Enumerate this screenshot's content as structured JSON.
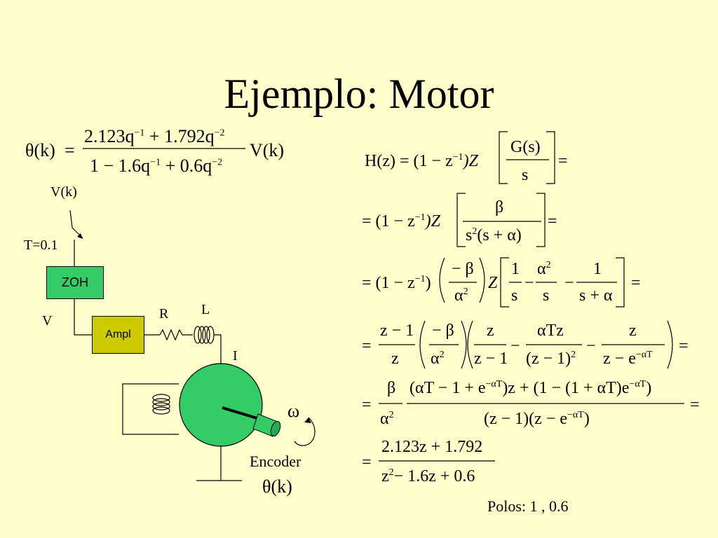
{
  "title": "Ejemplo: Motor",
  "theta_eq": {
    "lhs": "θ(k)",
    "eq": "=",
    "num": "2.123q",
    "num_exp1": "−1",
    "num_plus": "+ 1.792q",
    "num_exp2": "−2",
    "den": "1 − 1.6q",
    "den_exp1": "−1",
    "den_plus": "+ 0.6q",
    "den_exp2": "−2",
    "rhs": "V(k)"
  },
  "diagram": {
    "vk_label": "V(k)",
    "t_label": "T=0.1",
    "zoh": "ZOH",
    "v_label": "V",
    "ampl": "Ampl",
    "r_label": "R",
    "l_label": "L",
    "i_label": "I",
    "omega_label": "ω",
    "encoder_label": "Encoder",
    "theta_out": "θ(k)"
  },
  "rhs_eqs": {
    "h_lhs": "H(z) = (1 − z",
    "h_exp": "−1",
    "h_z": ")Z",
    "h_num": "G(s)",
    "h_den": "s",
    "eq": "=",
    "row2_lhs": "= (1 − z",
    "row2_exp": "−1",
    "row2_z": ")Z",
    "row2_num": "β",
    "row2_den": "s",
    "row2_den_exp": "2",
    "row2_den_rest": "(s + α)",
    "row3_lhs": "= (1 − z",
    "row3_exp": "−1",
    "row3_paren": ")",
    "row3_frac_num": "− β",
    "row3_frac_den": "α",
    "row3_frac_den_exp": "2",
    "row3_z": "Z",
    "row3_t1_num": "1",
    "row3_t1_den": "s",
    "row3_minus1": "−",
    "row3_t2_num": "α",
    "row3_t2_num_exp": "2",
    "row3_t2_den": "s",
    "row3_minus2": "−",
    "row3_t3_num": "1",
    "row3_t3_den": "s + α",
    "row4_eq": "=",
    "row4_f1_num": "z − 1",
    "row4_f1_den": "z",
    "row4_f2_num": "− β",
    "row4_f2_den": "α",
    "row4_f2_den_exp": "2",
    "row4_t1_num": "z",
    "row4_t1_den": "z − 1",
    "row4_minus1": "−",
    "row4_t2_num": "αTz",
    "row4_t2_den": "(z − 1)",
    "row4_t2_den_exp": "2",
    "row4_minus2": "−",
    "row4_t3_num": "z",
    "row4_t3_den": "z − e",
    "row4_t3_den_exp": "−αT",
    "row5_eq": "=",
    "row5_f_num": "β",
    "row5_f_den": "α",
    "row5_f_den_exp": "2",
    "row5_num_a": "(αT − 1 + e",
    "row5_num_exp1": "−αT",
    "row5_num_b": ")z + (1 − (1 + αT)e",
    "row5_num_exp2": "−αT",
    "row5_num_c": ")",
    "row5_den_a": "(z − 1)(z − e",
    "row5_den_exp": "−αT",
    "row5_den_b": ")",
    "row6_eq": "=",
    "row6_num": "2.123z + 1.792",
    "row6_den_a": "z",
    "row6_den_exp": "2",
    "row6_den_b": "− 1.6z + 0.6",
    "polos": "Polos: 1 , 0.6"
  }
}
